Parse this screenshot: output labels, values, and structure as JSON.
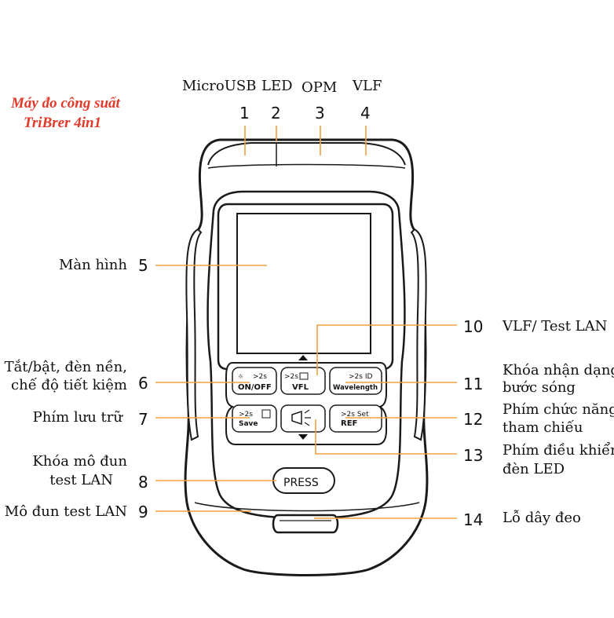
{
  "title": [
    "Máy đo công suất",
    "TriBrer 4in1"
  ],
  "colors": {
    "title": "#e23a2a",
    "callout": "#f0a040",
    "outline": "#1a1a1a"
  },
  "top_labels": [
    "MicroUSB",
    "LED",
    "OPM",
    "VLF"
  ],
  "callouts": [
    {
      "number": "1",
      "lines": []
    },
    {
      "number": "2",
      "lines": []
    },
    {
      "number": "3",
      "lines": []
    },
    {
      "number": "4",
      "lines": []
    },
    {
      "number": "5",
      "lines": [
        "Màn hình"
      ]
    },
    {
      "number": "6",
      "lines": [
        "Tắt/bật, đèn nền,",
        "chế độ tiết kiệm"
      ]
    },
    {
      "number": "7",
      "lines": [
        "Phím lưu trữ"
      ]
    },
    {
      "number": "8",
      "lines": [
        "Khóa mô đun",
        "test LAN"
      ]
    },
    {
      "number": "9",
      "lines": [
        "Mô đun test LAN"
      ]
    },
    {
      "number": "10",
      "lines": [
        "VLF/ Test LAN"
      ]
    },
    {
      "number": "11",
      "lines": [
        "Khóa nhận dạng",
        "bước sóng"
      ]
    },
    {
      "number": "12",
      "lines": [
        "Phím chức năng",
        "tham chiếu"
      ]
    },
    {
      "number": "13",
      "lines": [
        "Phím điều khiển",
        "đèn LED"
      ]
    },
    {
      "number": "14",
      "lines": [
        "Lỗ dây đeo"
      ]
    }
  ],
  "device_buttons": {
    "onoff": {
      "top": ">2s",
      "main": "ON/OFF"
    },
    "vfl": {
      "top": ">2s",
      "main": "VFL"
    },
    "wavelength": {
      "top": ">2s ID",
      "main": "Wavelength"
    },
    "save": {
      "top": ">2s",
      "main": "Save"
    },
    "ref": {
      "top": ">2s Set",
      "main": "REF"
    },
    "press": {
      "main": "PRESS"
    }
  }
}
